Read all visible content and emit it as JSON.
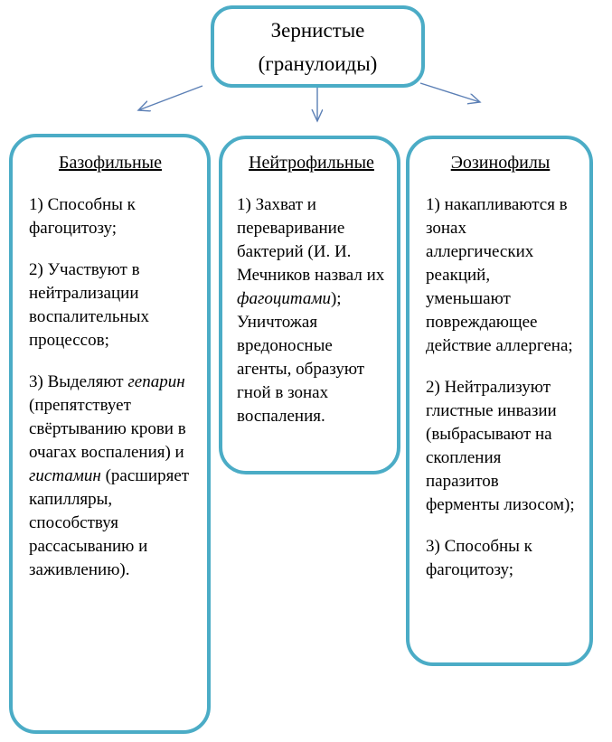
{
  "diagram_title": {
    "line1": "Зернистые",
    "line2": "(гранулоиды)"
  },
  "colors": {
    "box_border": "#4BACC6",
    "arrow": "#5B7FB5",
    "text": "#000000",
    "background": "#FFFFFF"
  },
  "boxes": [
    {
      "id": "basophils",
      "title": "Базофильные",
      "paragraphs": [
        {
          "text": "1) Способны к фагоцитозу;"
        },
        {
          "text": "2) Участвуют в нейтрализации воспалительных процессов;"
        },
        {
          "segments": [
            {
              "text": "3) Выделяют ",
              "italic": false
            },
            {
              "text": "гепарин",
              "italic": true
            },
            {
              "text": " (препятствует свёртыванию крови в очагах воспаления) и ",
              "italic": false
            },
            {
              "text": "гистамин",
              "italic": true
            },
            {
              "text": " (расширяет капилляры, способствуя рассасыванию и заживлению).",
              "italic": false
            }
          ]
        }
      ]
    },
    {
      "id": "neutrophils",
      "title": "Нейтрофильные",
      "paragraphs": [
        {
          "segments": [
            {
              "text": "1) Захват и переваривание бактерий (И. И. Мечников назвал их ",
              "italic": false
            },
            {
              "text": "фагоцитами",
              "italic": true
            },
            {
              "text": "); Уничтожая вредоносные агенты, образуют гной в зонах воспаления.",
              "italic": false
            }
          ]
        }
      ]
    },
    {
      "id": "eosinophils",
      "title": "Эозинофилы",
      "paragraphs": [
        {
          "text": "1) накапливаются в зонах аллергических реакций, уменьшают повреждающее действие аллергена;"
        },
        {
          "text": "2) Нейтрализуют глистные инвазии (выбрасывают на скопления паразитов ферменты лизосом);"
        },
        {
          "text": "3) Способны к фагоцитозу;"
        }
      ]
    }
  ],
  "connectors": [
    {
      "name": "arrow-to-basophils"
    },
    {
      "name": "arrow-to-neutrophils"
    },
    {
      "name": "arrow-to-eosinophils"
    }
  ]
}
